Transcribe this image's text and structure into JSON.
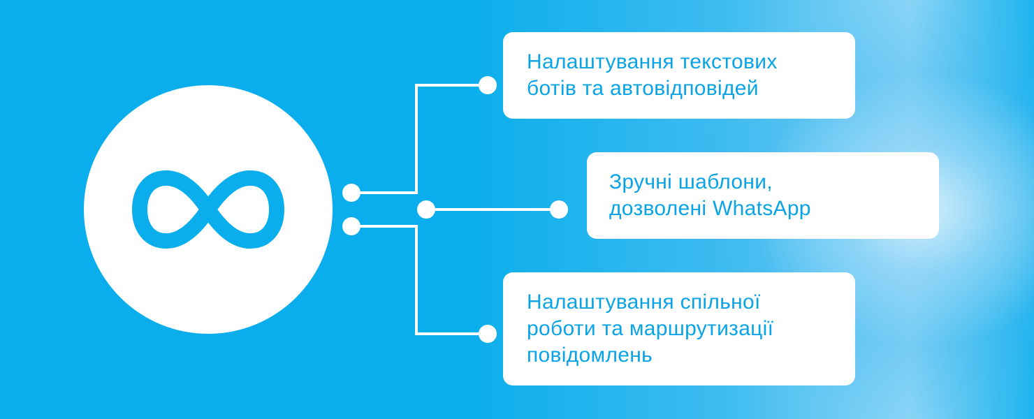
{
  "diagram": {
    "logo_icon": "infinity-icon",
    "colors": {
      "accent": "#0aaeec",
      "text": "#0aa4e6",
      "card_bg": "#ffffff"
    },
    "features": [
      {
        "text": "Налаштування текстових\nботів та автовідповідей"
      },
      {
        "text": "Зручні шаблони,\nдозволені WhatsApp"
      },
      {
        "text": "Налаштування спільної\nроботи та маршрутизації\nповідомлень"
      }
    ]
  }
}
